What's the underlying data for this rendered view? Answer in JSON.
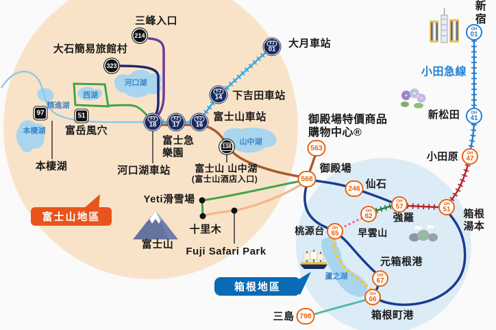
{
  "regions": {
    "fuji": {
      "label": "富士山地區",
      "color": "#e8541b"
    },
    "hakone": {
      "label": "箱根地區",
      "color": "#0a6bb5"
    }
  },
  "labels": {
    "mitsutoge_entrance": "三峰入口",
    "oishi_village": "大石簡易旅館村",
    "otsuki_station": "大月車站",
    "shimoyoshida_station": "下吉田車站",
    "fujisan_station": "富士山車站",
    "fujikyu_highland": "富士急\n樂園",
    "fugaku_wind_cave": "富岳風穴",
    "motosuko": "本棲湖",
    "kawaguchiko_station": "河口湖車站",
    "fujisan_yamanakako": "富士山 山中湖",
    "fujisan_hotel_entrance": "(富士山酒店入口)",
    "yeti_ski": "Yeti滑雪場",
    "jurigi": "十里木",
    "mt_fuji": "富士山",
    "fuji_safari_park": "Fuji Safari Park",
    "gotemba_outlet": "御殿場特價商品\n購物中心®",
    "gotemba": "御殿場",
    "sengoku": "仙石",
    "gora": "強羅",
    "sounzan": "早雲山",
    "togendai": "桃源台",
    "motohakone_port": "元箱根港",
    "hakonemachi_port": "箱根町港",
    "mishima": "三島",
    "hakone_yumoto": "箱根湯本",
    "odawara": "小田原",
    "shin_matsuda": "新松田",
    "shinjuku": "新宿",
    "odakyu_line": "小田急線"
  },
  "lakes": {
    "kawaguchiko": "河口湖",
    "saiko": "西湖",
    "shojiko": "精進湖",
    "motosuko": "本棲湖",
    "yamanakako": "山中湖",
    "ashinoko": "蘆之湖"
  },
  "badges": {
    "b214": "214",
    "b323": "323",
    "b138": "138",
    "s97": "97",
    "s51": "51",
    "fj01": {
      "prefix": "FJ",
      "num": "01"
    },
    "fj14": {
      "prefix": "FJ",
      "num": "14"
    },
    "fj16": {
      "prefix": "FJ",
      "num": "16"
    },
    "fj17": {
      "prefix": "FJ",
      "num": "17"
    },
    "fj18": {
      "prefix": "FJ",
      "num": "18"
    },
    "oh01": {
      "prefix": "OH",
      "num": "01"
    },
    "oh41": {
      "prefix": "OH",
      "num": "41"
    },
    "oh47": {
      "prefix": "OH",
      "num": "47"
    },
    "oh51": {
      "prefix": "OH",
      "num": "51"
    },
    "oh57": {
      "prefix": "OH",
      "num": "57"
    },
    "oh62": {
      "prefix": "OH",
      "num": "62"
    },
    "oh65": {
      "prefix": "OH",
      "num": "65"
    },
    "oh66": {
      "prefix": "OH",
      "num": "66"
    },
    "oh67": {
      "prefix": "OH",
      "num": "67"
    },
    "r563": "563",
    "r568": "568",
    "r246": "246",
    "r798": "798"
  },
  "icons": {
    "buildings": "shinjuku-buildings",
    "hydrangea": "hydrangea-flowers",
    "mount_fuji": "mount-fuji",
    "ship": "sightseeing-ship",
    "rocks": "owakudani-rocks"
  },
  "colors": {
    "fujikyu_line": "#35a8e0",
    "odakyu_line": "#1f7fd0",
    "hakone_tozan_line": "#b5232d",
    "cable_car": "#2a7d46",
    "ropeway": "#f06d96",
    "boat_route": "#f2c83a",
    "bus_navy": "#1a3c8f",
    "bus_brown": "#a55a2a",
    "bus_green": "#3fa54a",
    "bus_peach": "#f2b88e",
    "bus_teal": "#52b8a8",
    "retro_bus": "#8ec9e6",
    "fuji_area_bg": "#f9e3c8",
    "hakone_area_bg": "#dcecf7",
    "lake_fill": "#a9d5ef"
  }
}
